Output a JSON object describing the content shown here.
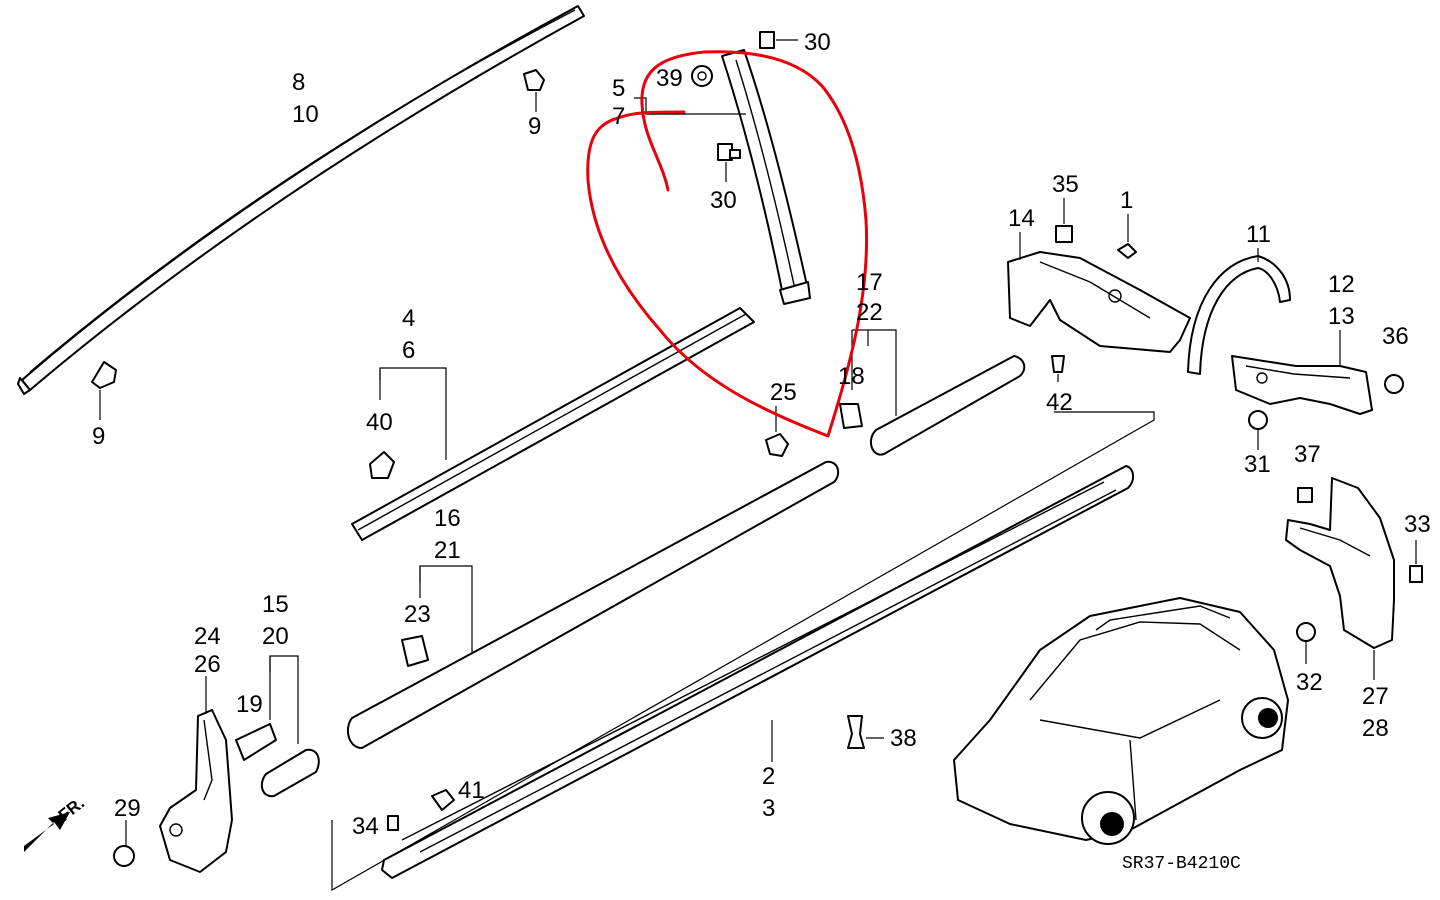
{
  "diagram": {
    "code": "SR37-B4210C",
    "front_arrow": "FR.",
    "labels": {
      "l8": "8",
      "l10": "10",
      "l9a": "9",
      "l9b": "9",
      "l5": "5",
      "l7": "7",
      "l39": "39",
      "l30a": "30",
      "l30b": "30",
      "l4": "4",
      "l6": "6",
      "l40": "40",
      "l14": "14",
      "l35": "35",
      "l1": "1",
      "l11": "11",
      "l12": "12",
      "l13": "13",
      "l36": "36",
      "l17": "17",
      "l22": "22",
      "l18": "18",
      "l25": "25",
      "l42": "42",
      "l31": "31",
      "l37": "37",
      "l33": "33",
      "l16": "16",
      "l21": "21",
      "l23": "23",
      "l15": "15",
      "l20": "20",
      "l19": "19",
      "l24": "24",
      "l26": "26",
      "l29": "29",
      "l2": "2",
      "l3": "3",
      "l34": "34",
      "l41": "41",
      "l38": "38",
      "l32": "32",
      "l27": "27",
      "l28": "28"
    },
    "annotation_color": "#e8000b"
  }
}
